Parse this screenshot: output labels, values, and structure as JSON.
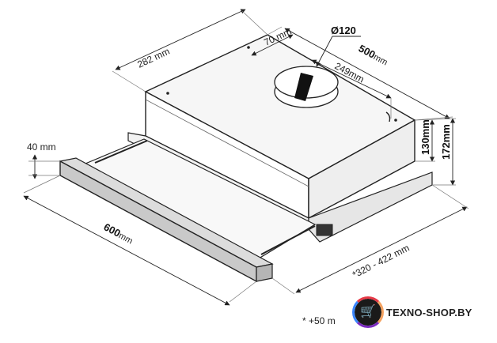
{
  "dimensions": {
    "depth": "282 mm",
    "offset": "70 mm",
    "diameter": "Ø120",
    "width_top_num": "500",
    "width_top_unit": "mm",
    "center": "249mm",
    "height_body": "130mm",
    "height_total": "172mm",
    "panel": "40 mm",
    "width_front_num": "600",
    "width_front_unit": "mm",
    "mount_range": "*320 - 422 mm"
  },
  "footnote": "* +50 m",
  "brand": {
    "name": "TEXNO-SHOP.BY",
    "icon": "cart-icon"
  },
  "colors": {
    "line": "#222222",
    "panel": "#cfcfcf",
    "vent": "#111111"
  }
}
